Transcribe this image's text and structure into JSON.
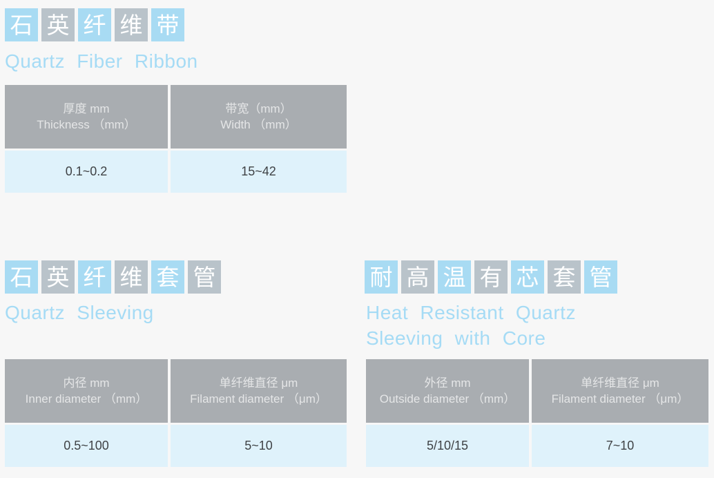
{
  "colors": {
    "page_background": "#f7f7f7",
    "box_blue": "#a8dbf3",
    "box_gray": "#b9c3ca",
    "box_char_text": "#ffffff",
    "english_title_text": "#a5dbf5",
    "table_header_bg": "#a9adb1",
    "table_header_text": "#e5e6e7",
    "table_row_bg": "#dff2fb",
    "table_row_text": "#3f4245"
  },
  "sections": [
    {
      "title_zh": "石英纤维带",
      "title_zh_chars": [
        "石",
        "英",
        "纤",
        "维",
        "带"
      ],
      "title_en": "Quartz Fiber Ribbon",
      "table": {
        "headers": [
          {
            "zh": "厚度 mm",
            "en": "Thickness （mm）"
          },
          {
            "zh": "带宽（mm）",
            "en": "Width （mm）"
          }
        ],
        "row": [
          "0.1~0.2",
          "15~42"
        ]
      }
    },
    {
      "title_zh": "石英纤维套管",
      "title_zh_chars": [
        "石",
        "英",
        "纤",
        "维",
        "套",
        "管"
      ],
      "title_en": "Quartz Sleeving",
      "table": {
        "headers": [
          {
            "zh": "内径 mm",
            "en": "Inner diameter （mm）"
          },
          {
            "zh": "单纤维直径 μm",
            "en": "Filament diameter （μm）"
          }
        ],
        "row": [
          "0.5~100",
          "5~10"
        ]
      }
    },
    {
      "title_zh": "耐高温有芯套管",
      "title_zh_chars": [
        "耐",
        "高",
        "温",
        "有",
        "芯",
        "套",
        "管"
      ],
      "title_en_line1": "Heat Resistant Quartz",
      "title_en_line2": "Sleeving with Core",
      "table": {
        "headers": [
          {
            "zh": "外径 mm",
            "en": "Outside diameter （mm）"
          },
          {
            "zh": "单纤维直径 μm",
            "en": "Filament diameter （μm）"
          }
        ],
        "row": [
          "5/10/15",
          "7~10"
        ]
      }
    }
  ]
}
